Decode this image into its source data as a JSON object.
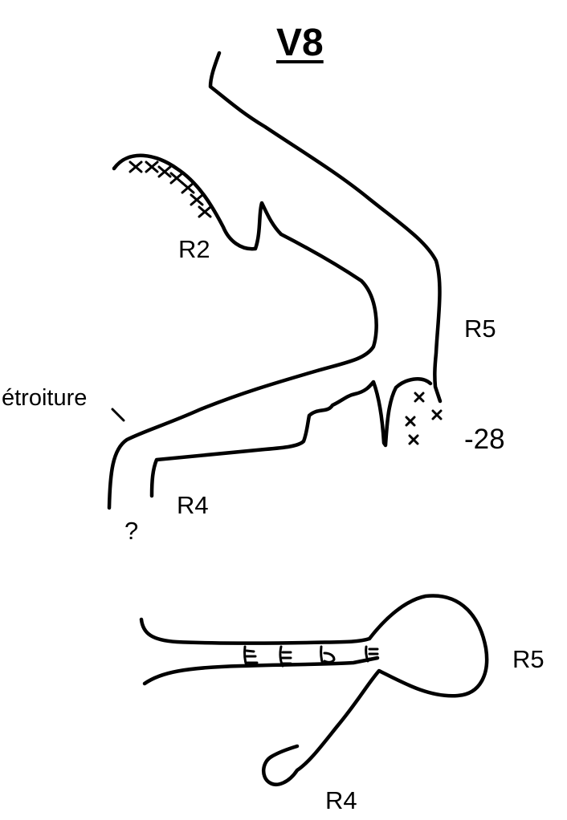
{
  "title": "V8",
  "labels": {
    "r2": "R2",
    "r5_top": "R5",
    "etroiture": "étroiture",
    "depth": "-28",
    "r4_top": "R4",
    "question": "?",
    "r5_bottom": "R5",
    "r4_bottom": "R4"
  },
  "colors": {
    "ink": "#000000",
    "paper": "#ffffff"
  }
}
